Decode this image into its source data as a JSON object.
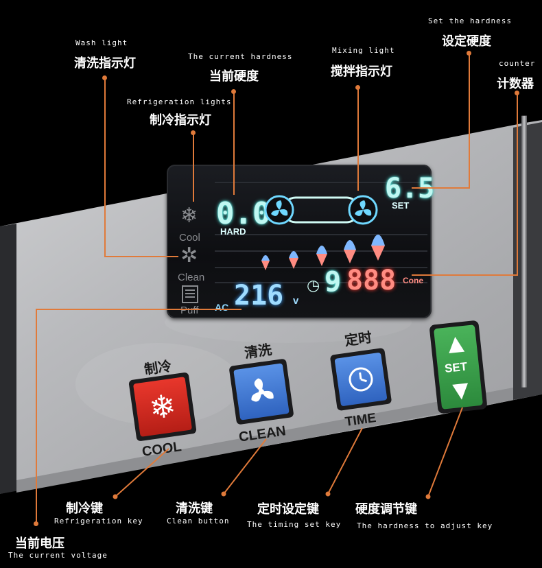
{
  "annotations": {
    "wash_light": {
      "en": "Wash light",
      "zh": "清洗指示灯"
    },
    "current_hardness": {
      "en": "The current hardness",
      "zh": "当前硬度"
    },
    "mixing_light": {
      "en": "Mixing light",
      "zh": "搅拌指示灯"
    },
    "set_hardness": {
      "en": "Set the hardness",
      "zh": "设定硬度"
    },
    "counter": {
      "en": "counter",
      "zh": "计数器"
    },
    "refrigeration_lights": {
      "en": "Refrigeration lights",
      "zh": "制冷指示灯"
    },
    "refrigeration_key": {
      "en": "Refrigeration key",
      "zh": "制冷键"
    },
    "clean_button": {
      "en": "Clean button",
      "zh": "清洗键"
    },
    "timing_set_key": {
      "en": "The timing set key",
      "zh": "定时设定键"
    },
    "hardness_adjust_key": {
      "en": "The hardness to adjust key",
      "zh": "硬度调节键"
    },
    "current_voltage": {
      "en": "The current voltage",
      "zh": "当前电压"
    }
  },
  "display": {
    "cool_label": "Cool",
    "clean_label": "Clean",
    "puff_label": "Puff",
    "hard_value": "0.0",
    "hard_label": "HARD",
    "set_value": "6.5",
    "set_label": "SET",
    "ac_label": "AC",
    "voltage_value": "216",
    "voltage_unit": "v",
    "timer_digit": "9",
    "cone_count": "888",
    "cone_label": "Cone"
  },
  "keys": {
    "cool": {
      "zh": "制冷",
      "en": "COOL"
    },
    "clean": {
      "zh": "清洗",
      "en": "CLEAN"
    },
    "time": {
      "zh": "定时",
      "en": "TIME"
    },
    "set": {
      "label": "SET"
    }
  },
  "colors": {
    "accent_line": "#e07a3a",
    "lcd_cyan": "#bff8f2",
    "lcd_red": "#ff8c82",
    "cool_key": "#d8281e",
    "clean_key": "#3f79d6",
    "time_key": "#3f79d6",
    "set_key": "#3aa34a"
  }
}
